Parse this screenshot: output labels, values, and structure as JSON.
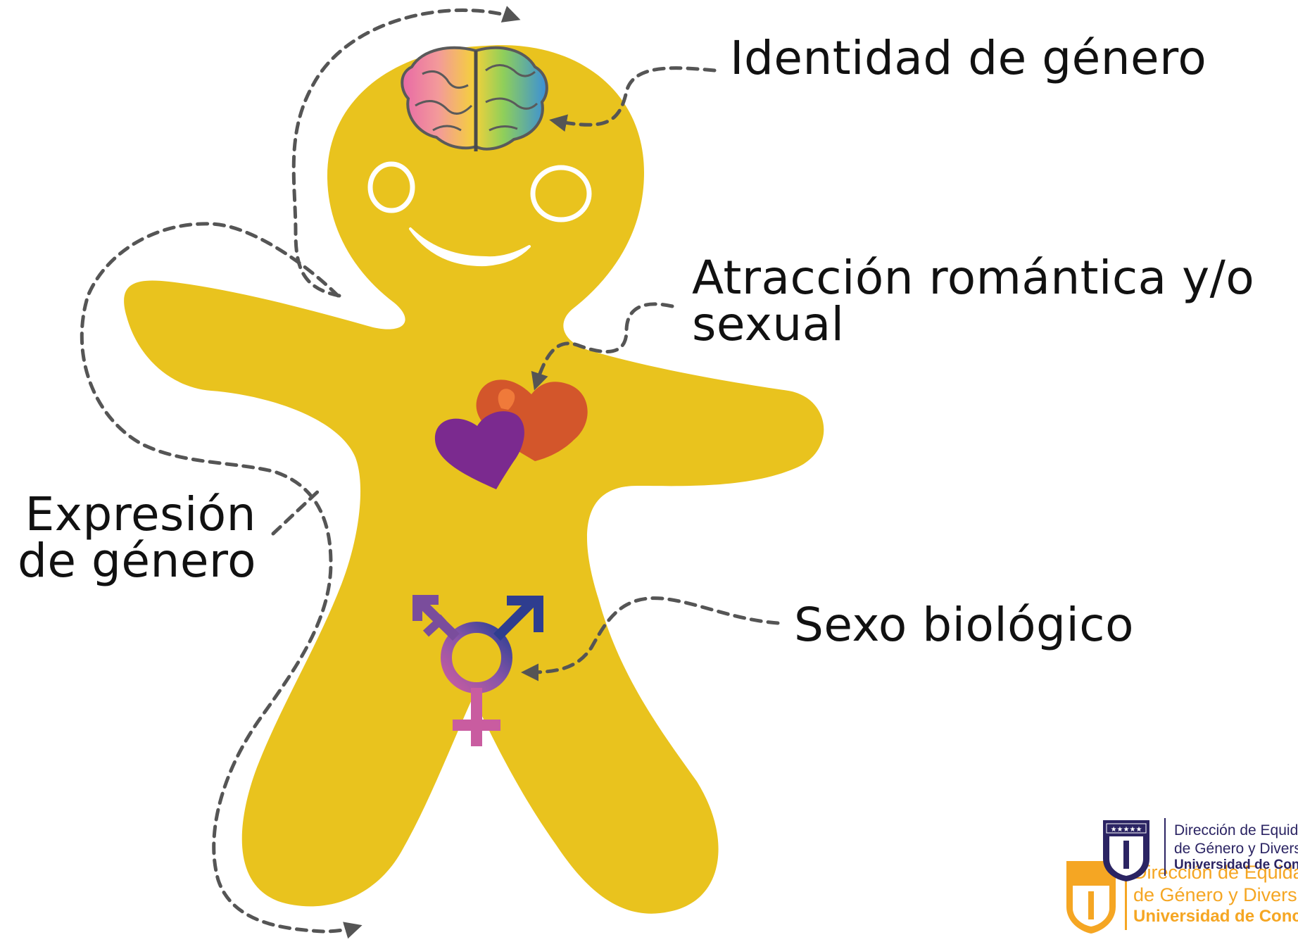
{
  "labels": {
    "identidad": "Identidad de género",
    "atraccion_line1": "Atracción romántica y/o",
    "atraccion_line2": "sexual",
    "expresion_line1": "Expresión",
    "expresion_line2": "de género",
    "sexo": "Sexo biológico"
  },
  "logo": {
    "line1": "Dirección de Equidad",
    "line2": "de Género y Diversidad",
    "line3": "Universidad de Concepción"
  },
  "colors": {
    "body": "#e9c31e",
    "arrow": "#555555",
    "heart_purple": "#7b2a8f",
    "heart_orange": "#d3562b",
    "symbol_pink": "#b5549b",
    "symbol_blue": "#2e3d8f",
    "logo_navy": "#2b2463",
    "logo_orange": "#f5a623"
  },
  "icons": [
    "brain-icon",
    "heart-icon",
    "transgender-symbol-icon"
  ]
}
